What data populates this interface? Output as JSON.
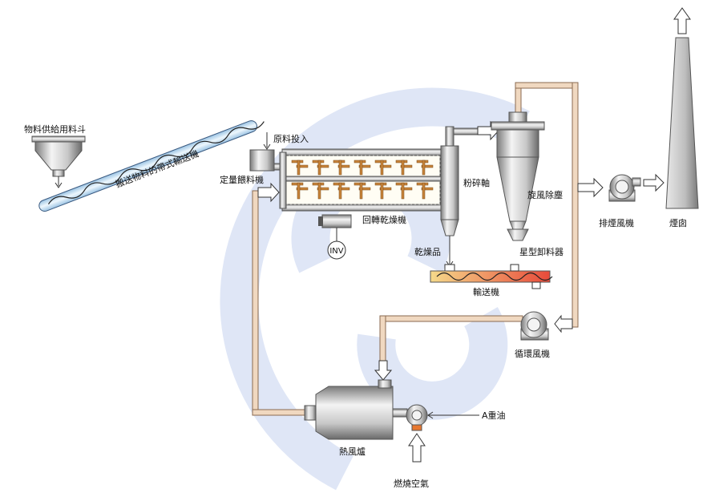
{
  "labels": {
    "hopper": "物料供給用料斗",
    "belt_conveyor": "搬送物料的帶式輸送機",
    "raw_input": "原料投入",
    "feeder": "定量餵料機",
    "rotary_dryer": "回轉乾燥機",
    "crusher_shaft": "粉碎軸",
    "cyclone": "旋風除塵",
    "exhaust_fan": "排煙風機",
    "chimney": "煙囱",
    "rotary_valve": "星型卸料器",
    "dried_product": "乾燥品",
    "screw_conveyor": "輸送機",
    "circulation_fan": "循環風機",
    "hot_air_furnace": "熱風爐",
    "heavy_oil": "A重油",
    "combustion_air": "燃燒空氣",
    "inverter": "INV"
  },
  "colors": {
    "watermark": "#dfe6f6",
    "pipe": "#f0d8c0",
    "pipe_stroke": "#8a6a50",
    "metal_light": "#f0f0f0",
    "metal_dark": "#808080",
    "dryer_paddle": "#c8843a",
    "screw_start": "#f0c870",
    "screw_end": "#e84a3a",
    "conveyor_blue": "#cfe6f6",
    "burner_orange": "#e87830"
  }
}
